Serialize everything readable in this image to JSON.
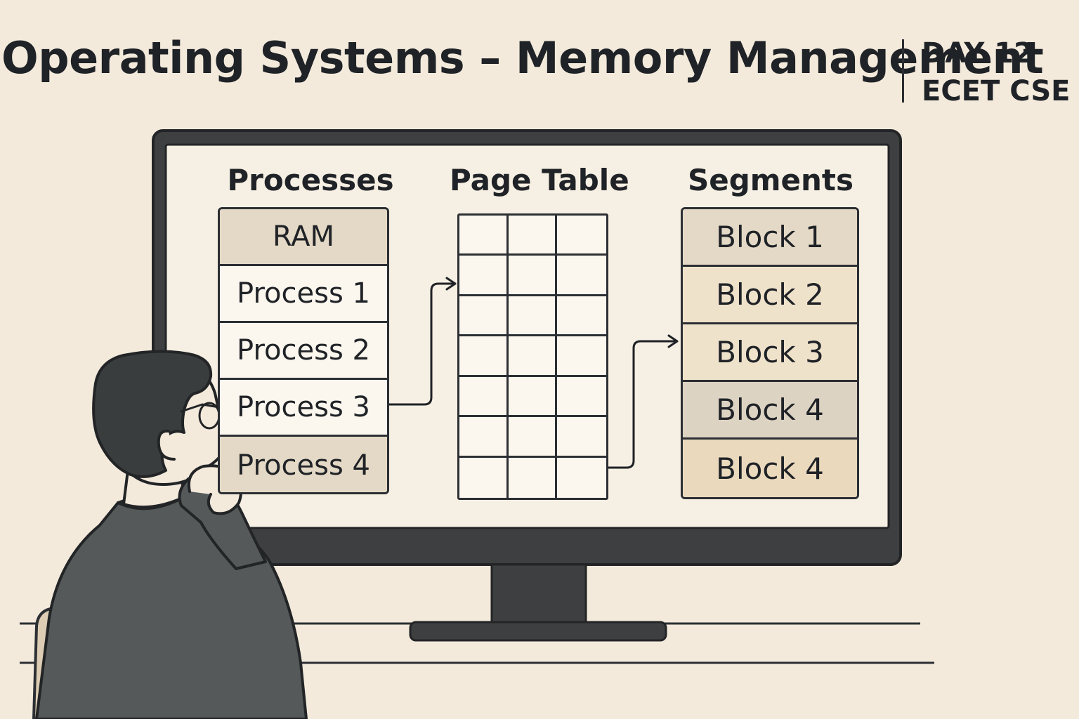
{
  "header": {
    "title": "Operating Systems – Memory Management",
    "day": "DAY 12",
    "course": "ECET CSE"
  },
  "diagram": {
    "processes": {
      "heading": "Processes",
      "cells": [
        {
          "label": "RAM",
          "fill": "#e4d9c6"
        },
        {
          "label": "Process 1",
          "fill": "#fbf6ee"
        },
        {
          "label": "Process 2",
          "fill": "#fbf6ee"
        },
        {
          "label": "Process 3",
          "fill": "#fbf6ee"
        },
        {
          "label": "Process 4",
          "fill": "#e4d9c6"
        }
      ]
    },
    "page_table": {
      "heading": "Page Table",
      "rows": 7,
      "columns": 3
    },
    "segments": {
      "heading": "Segments",
      "cells": [
        {
          "label": "Block 1",
          "fill": "#e4d9c6"
        },
        {
          "label": "Block 2",
          "fill": "#efe2cb"
        },
        {
          "label": "Block 3",
          "fill": "#efe2cb"
        },
        {
          "label": "Block 4",
          "fill": "#ddd3c3"
        },
        {
          "label": "Block 4",
          "fill": "#ead9bd"
        }
      ]
    },
    "arrows": [
      {
        "from": "Process 3",
        "to": "page-table"
      },
      {
        "from": "page-table",
        "to": "Block 3"
      }
    ]
  },
  "palette": {
    "background": "#f3eadc",
    "ink": "#1f2226",
    "monitor": "#3d3f41",
    "screen": "#f6efe3",
    "jacket": "#55595a",
    "hair": "#3a3d3e",
    "skin": "#f3eadc",
    "chair": "#dccdb4"
  },
  "icons": [
    "monitor-icon",
    "person-illustration",
    "chair-icon",
    "desk-icon"
  ]
}
